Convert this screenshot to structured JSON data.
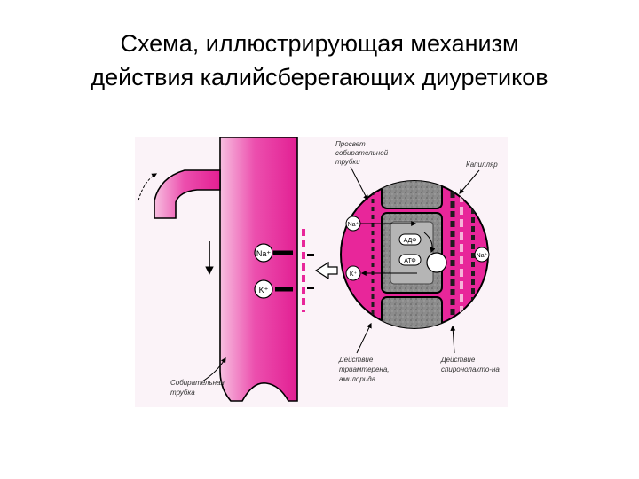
{
  "title": {
    "line1": "Схема, иллюстрирующая механизм",
    "line2": "действия калийсберегающих диуретиков"
  },
  "diagram": {
    "labels": {
      "lumen": [
        "Просвет",
        "собирательной",
        "трубки"
      ],
      "capillary": "Капилляр",
      "collecting_duct": [
        "Собирательная",
        "трубка"
      ],
      "action_triamterene": [
        "Действие",
        "триамтерена,",
        "амилорида"
      ],
      "action_spironolactone": [
        "Действие",
        "спиронолакто-на"
      ]
    },
    "ions": {
      "na_tube": "Na⁺",
      "k_tube": "K⁺",
      "na_cell": "Na⁺",
      "k_cell": "K⁺",
      "adp": "АДФ",
      "atp": "АТФ",
      "na_right": "Na⁺"
    },
    "colors": {
      "magenta": "#e8269a",
      "pink_light": "#f6b3d9",
      "cell_gray": "#8f8f8f",
      "cell_dark": "#3a3a3a"
    }
  }
}
